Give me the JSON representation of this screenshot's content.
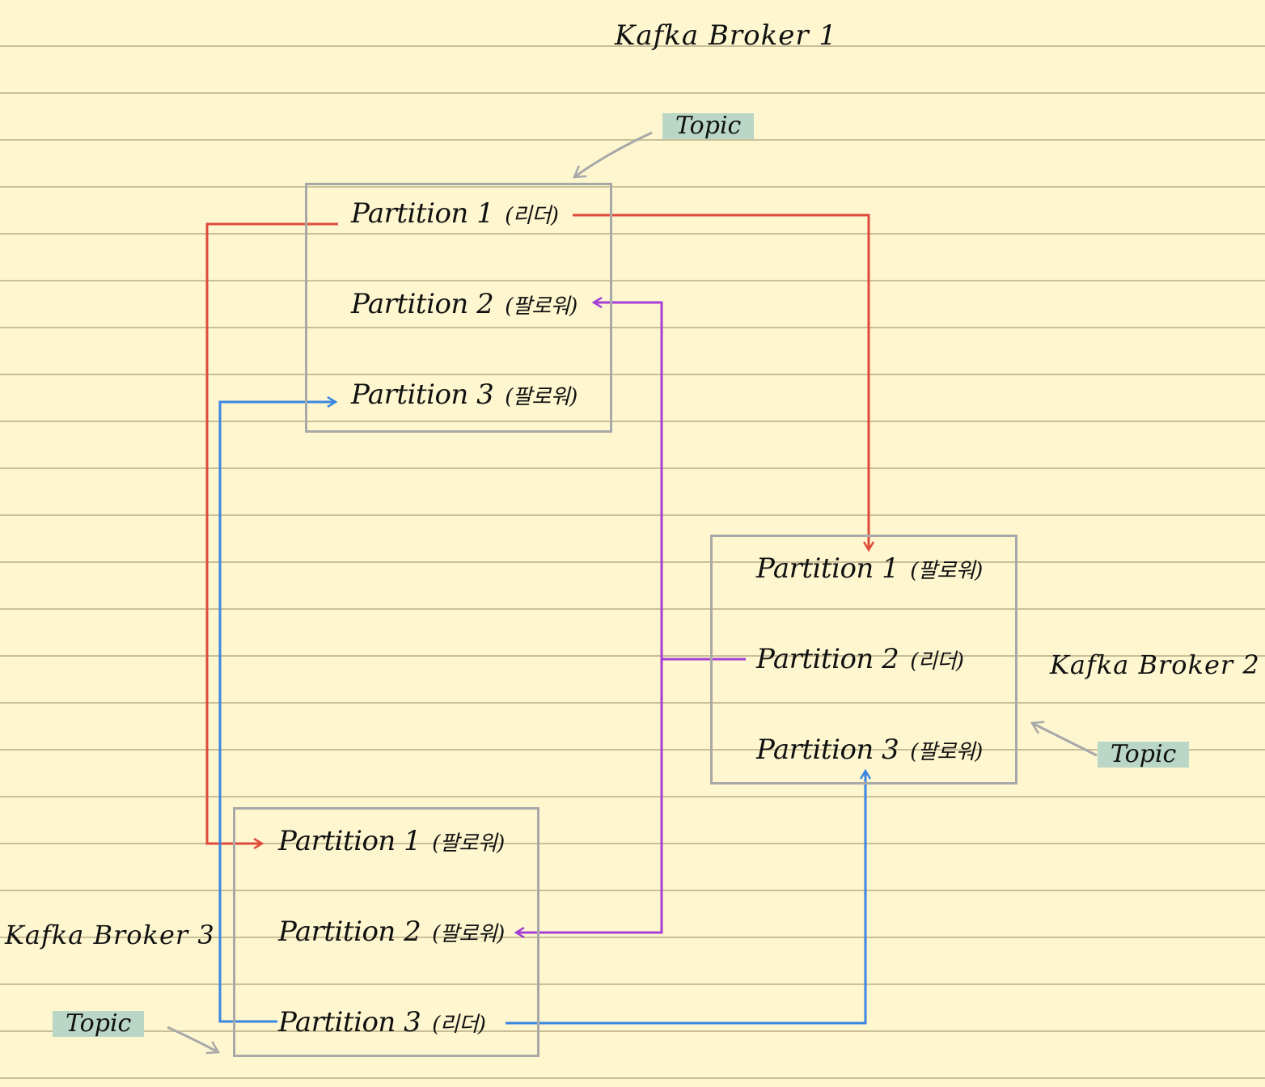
{
  "brokers": [
    {
      "name": "Kafka Broker 1",
      "topic_label": "Topic",
      "partitions": [
        {
          "name": "Partition 1",
          "role": "(리더)"
        },
        {
          "name": "Partition 2",
          "role": "(팔로워)"
        },
        {
          "name": "Partition 3",
          "role": "(팔로워)"
        }
      ]
    },
    {
      "name": "Kafka Broker 2",
      "topic_label": "Topic",
      "partitions": [
        {
          "name": "Partition 1",
          "role": "(팔로워)"
        },
        {
          "name": "Partition 2",
          "role": "(리더)"
        },
        {
          "name": "Partition 3",
          "role": "(팔로워)"
        }
      ]
    },
    {
      "name": "Kafka Broker 3",
      "topic_label": "Topic",
      "partitions": [
        {
          "name": "Partition 1",
          "role": "(팔로워)"
        },
        {
          "name": "Partition 2",
          "role": "(팔로워)"
        },
        {
          "name": "Partition 3",
          "role": "(리더)"
        }
      ]
    }
  ],
  "colors": {
    "background": "#fdf6cf",
    "ruled_line": "#c9bf98",
    "box_border": "#a8a8a8",
    "topic_tag": "#b9d6c6",
    "partition1_replication": "#e04a3a",
    "partition2_replication": "#a63fd6",
    "partition3_replication": "#3b86e0",
    "topic_pointer": "#a8a8a8"
  }
}
